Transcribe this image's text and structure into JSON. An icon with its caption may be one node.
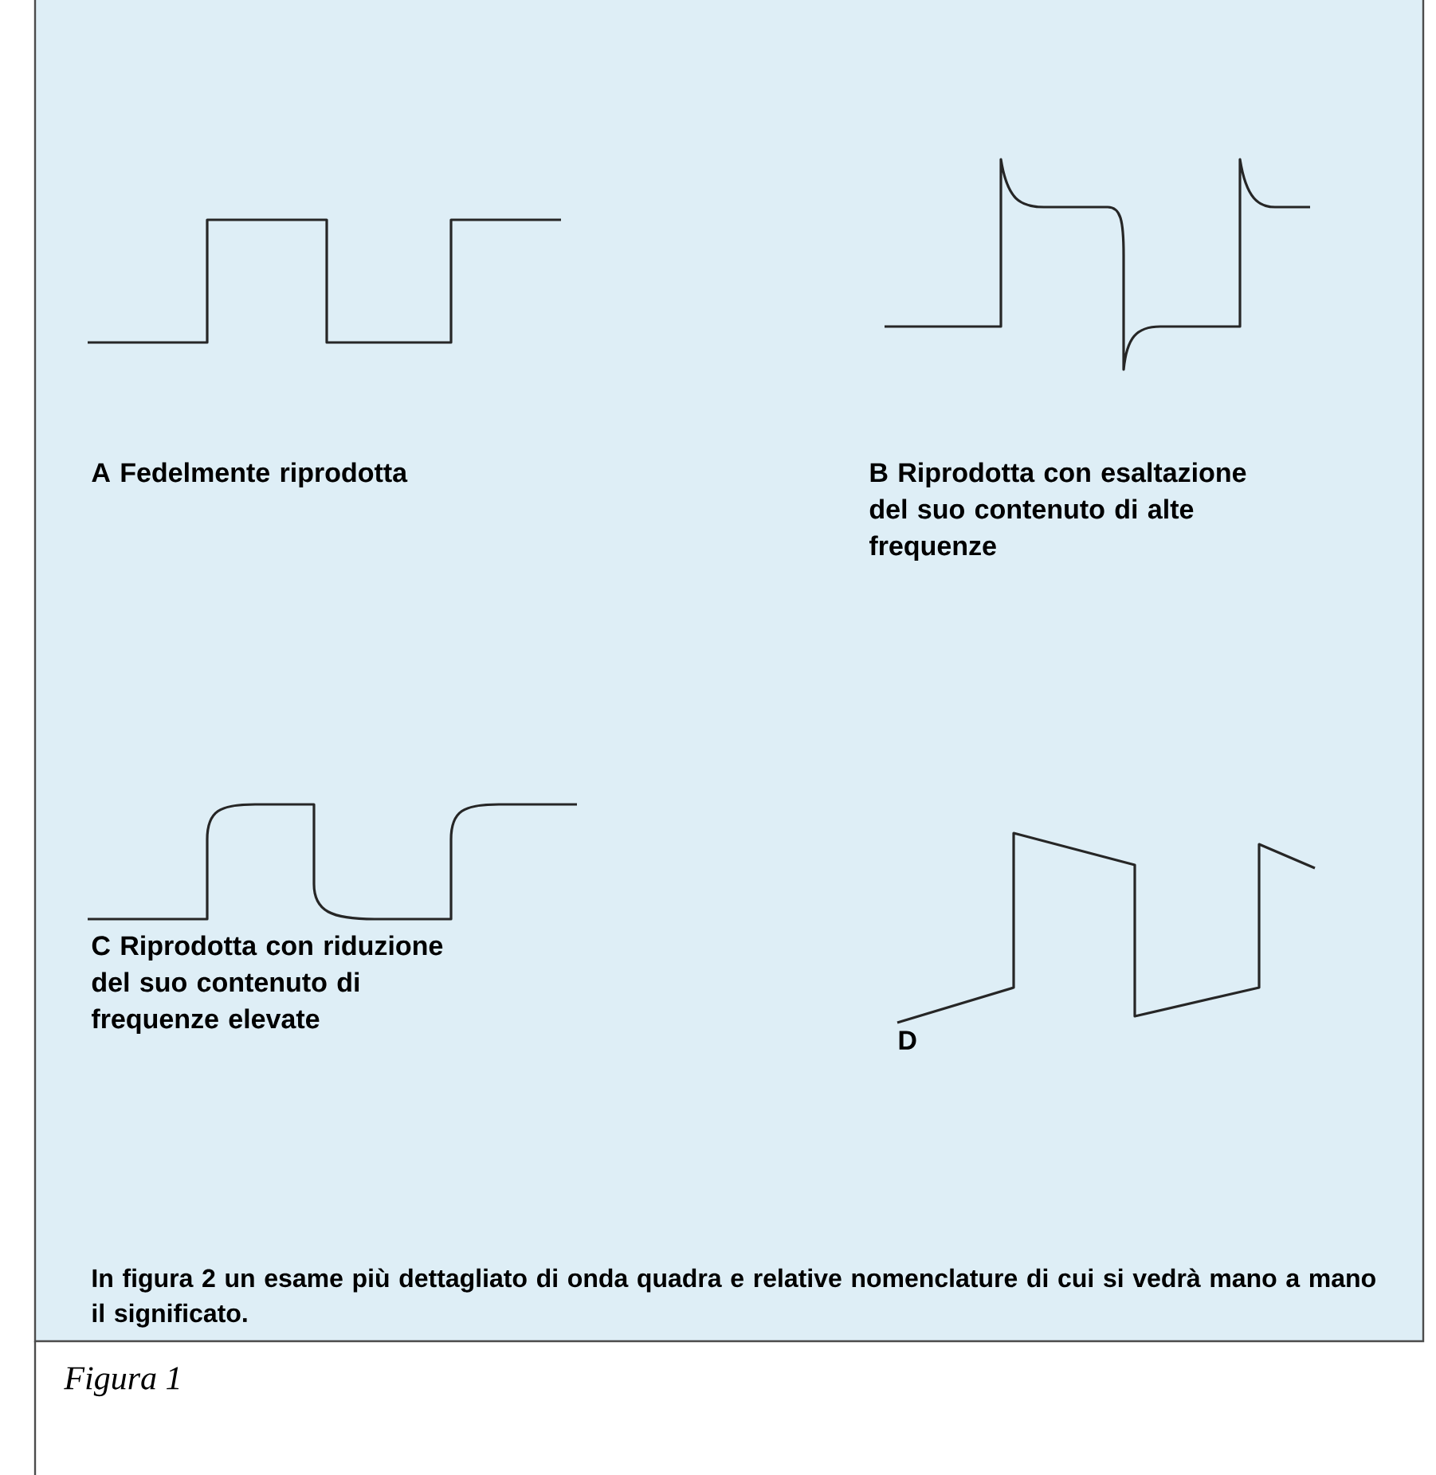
{
  "diagram": {
    "caption": "In figura 2 un esame più dettagliato di onda quadra e relative nomenclature di cui si vedrà mano a mano il significato.",
    "labels": [
      "A Fedelmente riprodotta",
      "B Riprodotta con esaltazione del suo contenuto di alte frequenze",
      "C Riprodotta con riduzione del suo contenuto di frequenze elevate",
      "D",
      "Figura 1"
    ]
  }
}
